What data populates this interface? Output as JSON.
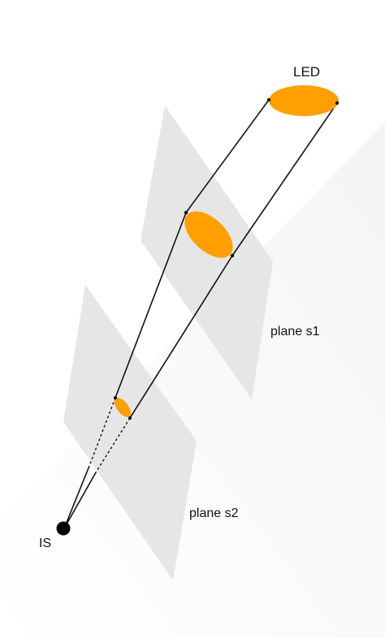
{
  "labels": {
    "led": "LED",
    "plane_s1": "plane s1",
    "plane_s2": "plane s2",
    "image_sensor": "IS"
  },
  "colors": {
    "plane_fill": "#e6e6e6",
    "spot_fill": "#ffa000",
    "ray_stroke": "#111111",
    "sensor_fill": "#000000"
  }
}
